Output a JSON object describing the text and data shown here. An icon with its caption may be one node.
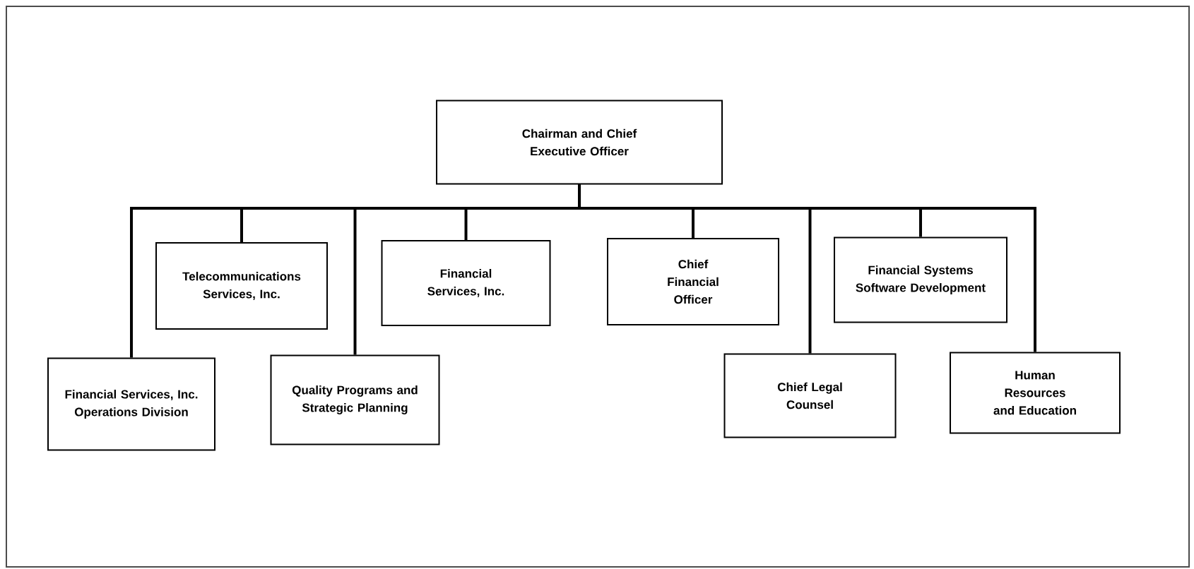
{
  "diagram": {
    "nodes": [
      {
        "text": [
          "Chairman and Chief Executive Officer"
        ]
      },
      {
        "text": [
          "Telecommunications Services, Inc."
        ]
      },
      {
        "text": [
          "Financial Services, Inc."
        ]
      },
      {
        "text": [
          "Chief Financial Officer"
        ]
      },
      {
        "text": [
          "Financial Systems Software Development"
        ]
      },
      {
        "text": [
          "Financial Services, Inc. Operations Division"
        ]
      },
      {
        "text": [
          "Quality Programs and Strategic Planning"
        ]
      },
      {
        "text": [
          "Chief Legal Counsel"
        ]
      },
      {
        "text": [
          "Human Resources and Education"
        ]
      }
    ],
    "edges": [
      {
        "from": 0,
        "to": 1,
        "arrow": "none"
      },
      {
        "from": 0,
        "to": 2,
        "arrow": "none"
      },
      {
        "from": 0,
        "to": 3,
        "arrow": "none"
      },
      {
        "from": 0,
        "to": 4,
        "arrow": "none"
      },
      {
        "from": 0,
        "to": 5,
        "arrow": "none"
      },
      {
        "from": 0,
        "to": 6,
        "arrow": "none"
      },
      {
        "from": 0,
        "to": 7,
        "arrow": "none"
      },
      {
        "from": 0,
        "to": 8,
        "arrow": "none"
      }
    ]
  }
}
